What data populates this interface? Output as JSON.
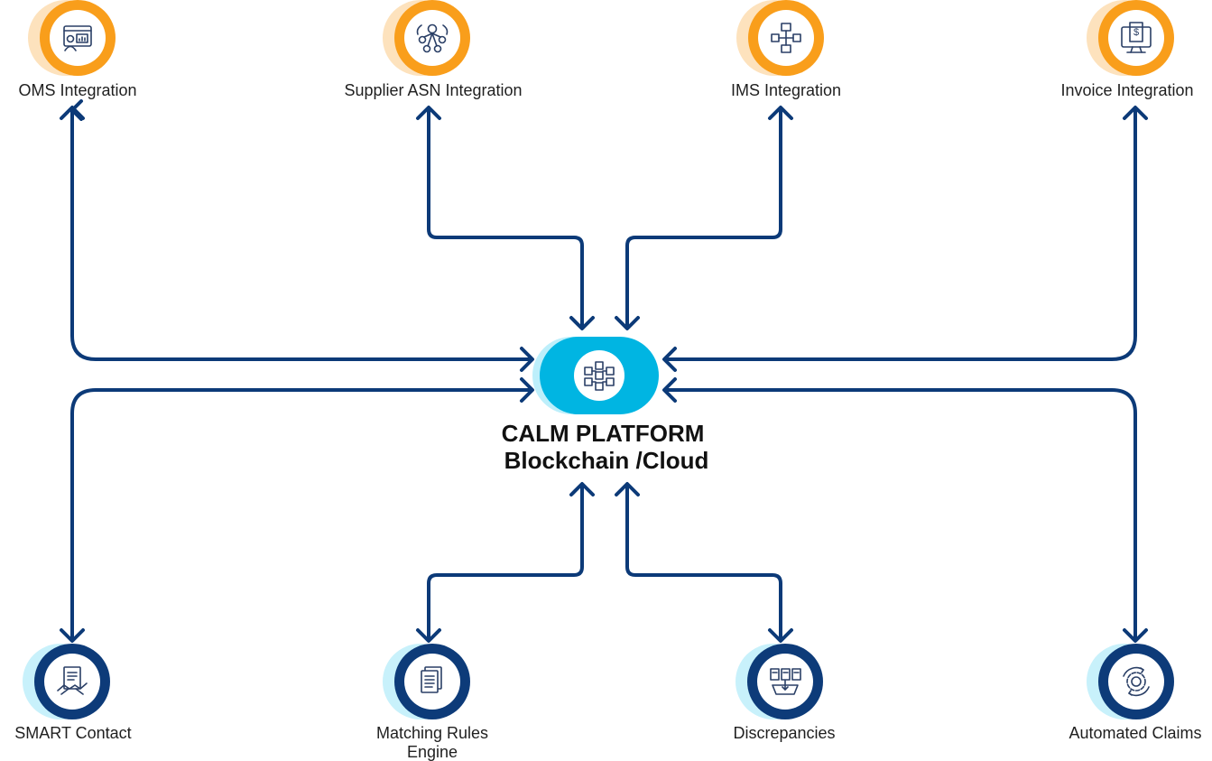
{
  "center": {
    "title_line1": "CALM PLATFORM",
    "title_line2": "Blockchain /Cloud",
    "icon": "blockchain-cubes-icon",
    "color": "#00b5e2"
  },
  "top_nodes": [
    {
      "label": "OMS Integration",
      "icon": "dashboard-user-icon"
    },
    {
      "label": "Supplier ASN Integration",
      "icon": "network-people-icon"
    },
    {
      "label": "IMS Integration",
      "icon": "inventory-flow-icon"
    },
    {
      "label": "Invoice Integration",
      "icon": "invoice-monitor-icon"
    }
  ],
  "bottom_nodes": [
    {
      "label": "SMART Contact",
      "icon": "contract-handshake-icon"
    },
    {
      "label_line1": "Matching Rules",
      "label_line2": "Engine",
      "icon": "document-stack-icon"
    },
    {
      "label": "Discrepancies",
      "icon": "documents-compare-icon"
    },
    {
      "label": "Automated Claims",
      "icon": "gear-cycle-icon"
    }
  ],
  "colors": {
    "top_ring": "#f99e1b",
    "top_shadow": "#fde2bd",
    "bottom_ring": "#0d3b79",
    "bottom_shadow": "#c8f1fb",
    "arrow": "#0c3a78"
  }
}
